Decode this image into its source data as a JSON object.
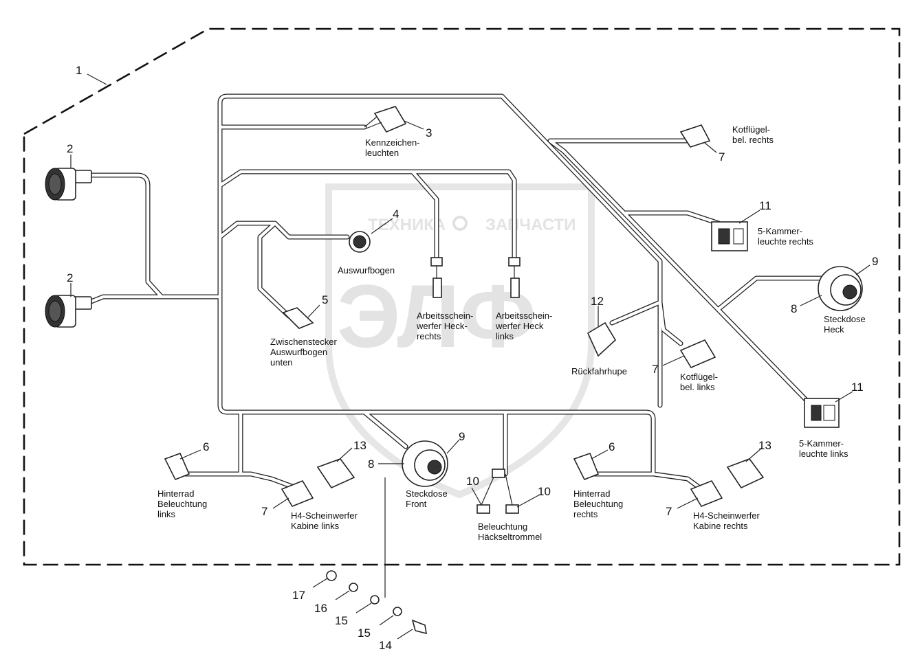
{
  "watermark": {
    "left_text": "ТЕХНИКА",
    "right_text": "ЗАПЧАСТИ",
    "logo_text": "ЭЛФ"
  },
  "callouts": {
    "c1": "1",
    "c2a": "2",
    "c2b": "2",
    "c3": "3",
    "c4": "4",
    "c5": "5",
    "c6a": "6",
    "c6b": "6",
    "c7a": "7",
    "c7b": "7",
    "c7c": "7",
    "c7d": "7",
    "c8a": "8",
    "c8b": "8",
    "c9a": "9",
    "c9b": "9",
    "c10a": "10",
    "c10b": "10",
    "c11a": "11",
    "c11b": "11",
    "c12": "12",
    "c13a": "13",
    "c13b": "13",
    "c14": "14",
    "c15a": "15",
    "c15b": "15",
    "c16": "16",
    "c17": "17"
  },
  "labels": {
    "kennzeichen": [
      "Kennzeichen-",
      "leuchten"
    ],
    "kotfluegel_rechts": [
      "Kotflügel-",
      "bel. rechts"
    ],
    "fuenf_kammer_rechts": [
      "5-Kammer-",
      "leuchte rechts"
    ],
    "auswurfbogen": [
      "Auswurfbogen"
    ],
    "steckdose_heck": [
      "Steckdose",
      "Heck"
    ],
    "zwischenstecker": [
      "Zwischenstecker",
      "Auswurfbogen",
      "unten"
    ],
    "arbeits_rechts": [
      "Arbeitsschein-",
      "werfer Heck-",
      "rechts"
    ],
    "arbeits_links": [
      "Arbeitsschein-",
      "werfer Heck",
      "links"
    ],
    "rueckfahrhupe": [
      "Rückfahrhupe"
    ],
    "kotfluegel_links": [
      "Kotflügel-",
      "bel. links"
    ],
    "fuenf_kammer_links": [
      "5-Kammer-",
      "leuchte links"
    ],
    "hinterrad_links": [
      "Hinterrad",
      "Beleuchtung",
      "links"
    ],
    "h4_links": [
      "H4-Scheinwerfer",
      "Kabine links"
    ],
    "steckdose_front": [
      "Steckdose",
      "Front"
    ],
    "beleuchtung_haeckseltrommel": [
      "Beleuchtung",
      "Häckseltrommel"
    ],
    "hinterrad_rechts": [
      "Hinterrad",
      "Beleuchtung",
      "rechts"
    ],
    "h4_rechts": [
      "H4-Scheinwerfer",
      "Kabine rechts"
    ]
  }
}
